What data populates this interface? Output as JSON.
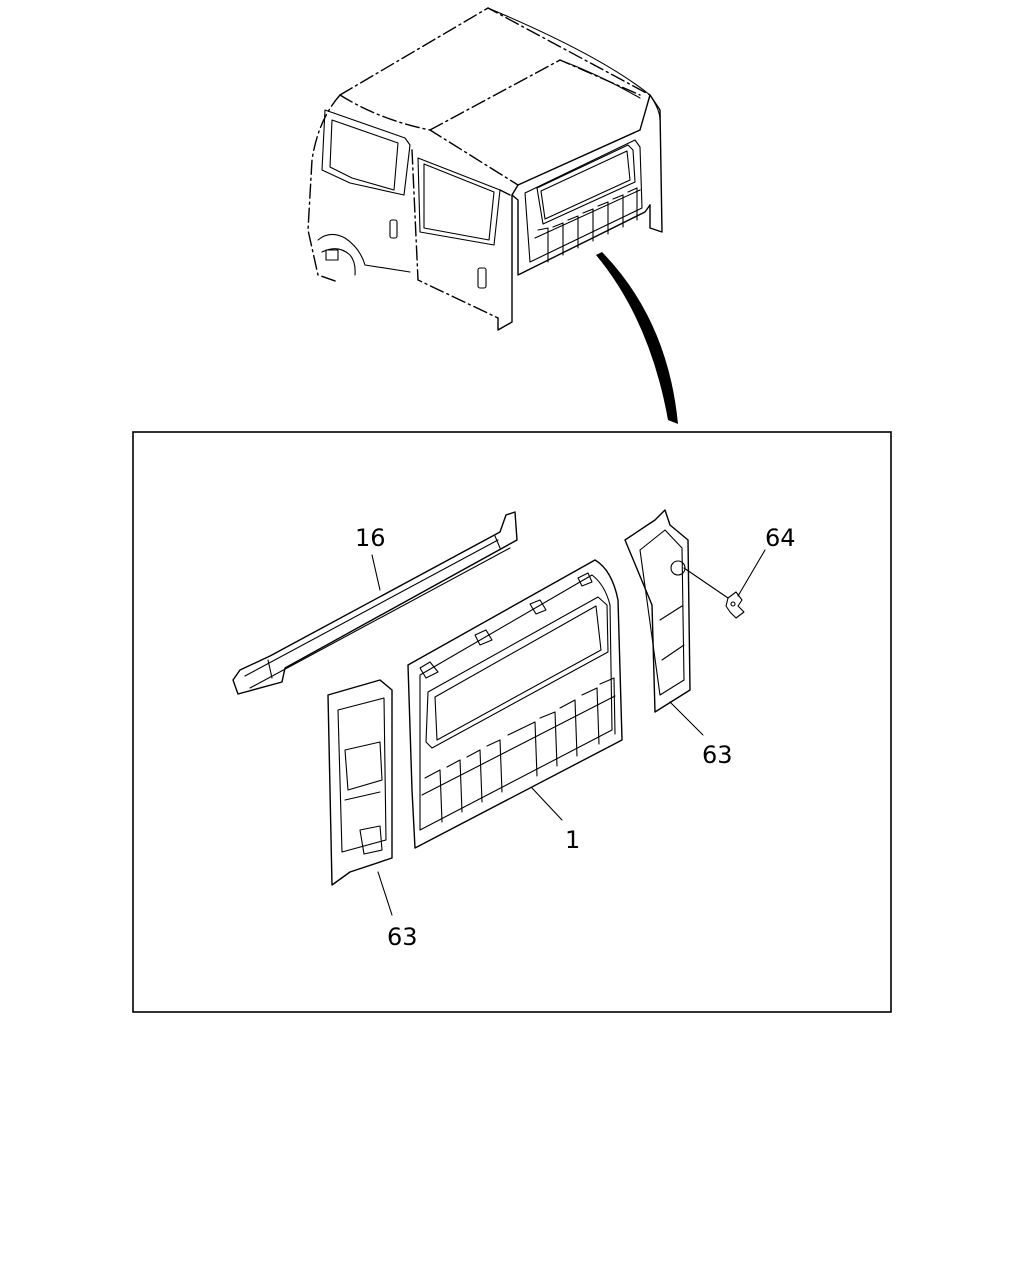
{
  "diagram": {
    "callouts": [
      {
        "id": "c16",
        "number": "16"
      },
      {
        "id": "c64",
        "number": "64"
      },
      {
        "id": "c63r",
        "number": "63"
      },
      {
        "id": "c1",
        "number": "1"
      },
      {
        "id": "c63l",
        "number": "63"
      }
    ]
  }
}
